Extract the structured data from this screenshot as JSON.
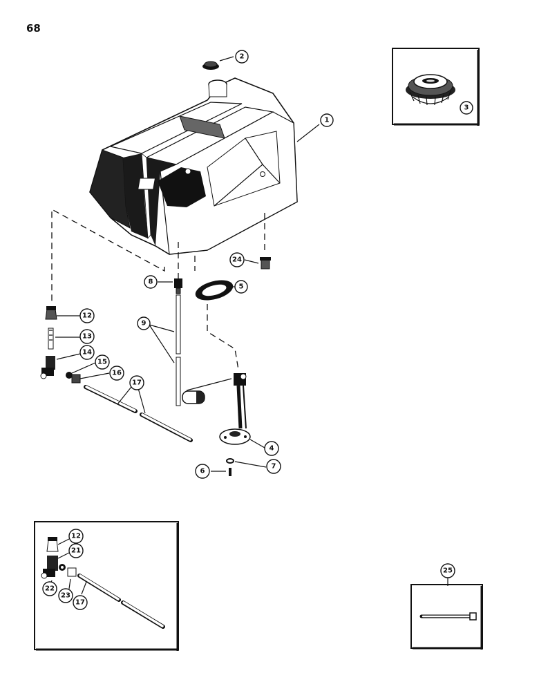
{
  "page": {
    "number": "68"
  },
  "callouts": {
    "c1": "1",
    "c2": "2",
    "c3": "3",
    "c4": "4",
    "c5": "5",
    "c6": "6",
    "c7": "7",
    "c8": "8",
    "c9": "9",
    "c12": "12",
    "c13": "13",
    "c14": "14",
    "c15": "15",
    "c16": "16",
    "c17": "17",
    "c24": "24",
    "i12": "12",
    "i21": "21",
    "i22": "22",
    "i23": "23",
    "i17": "17",
    "c25": "25"
  }
}
